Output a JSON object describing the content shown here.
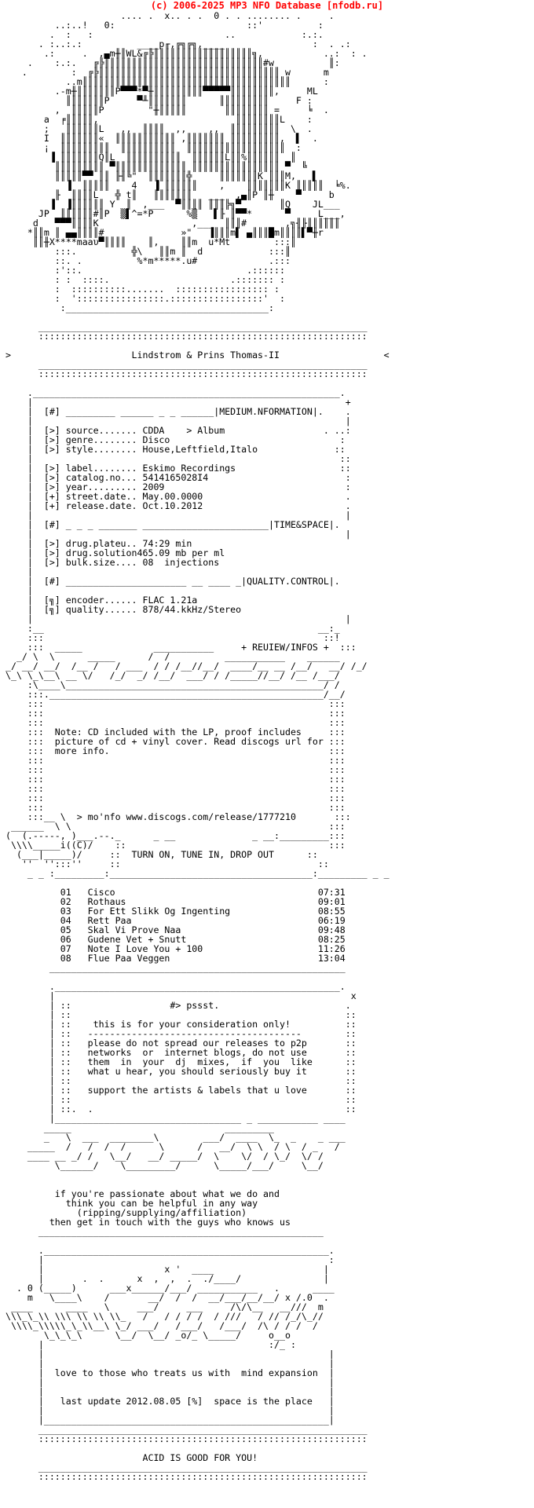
{
  "header": {
    "text": "(c) 2006-2025 MP3 NFO Database [nfodb.ru]",
    "color": "#ff0000"
  },
  "nfo_lines": [
    "                      .... .  x.. . .  0 . . ........ .     .",
    "          ..:..!   0:                        ::'          :",
    "         .  :   :                        ..            :.:.",
    "       . :..:.:          ____p╓,╔╗╔╗,____                :  . .:",
    "        .:     .  ,▄m╫║WL&╔╠║║║║║║║║║║║║║║║║║║╗,           ..:  : .",
    "     .    :.:.   ╔╠║║║║║║║║║║║║║║║║║║║║║║║║║║║║║#w          ║:",
    "    .        :  ╔╠║║║║║║║║║║║║║║║║║║║║║║║║║║║║║║║║║ w      m",
    "            ..m║║║║║║║║║║║║║║║║║║║║║║║║║║║║║║║║║║║║║║      :",
    "          .-m╫║║║║║║║P▀▀▀*▀╫║║║║║║║║║▀▀▀▀▀║║║║║║║║,     ML",
    "            ║║║║║║║P     ▀╨║║║║║║║      ║║║║║║║║║     F :",
    "          ,  ║║║║║P        \"╫║║║║║       ║║║║║║║║ =     ╘  .",
    "        a  ╒║║║║║,                         ║║║║║║║║L    :",
    "        ;   ║║║║║║L   ,,  ║║║║  ,,    ,,  ║║║║║║║║║  \\  .",
    "        I  ║║║║║║║«  ║║║║║║║║║║║ ,║║║║║║║ ║║║║║║║║║,  ▌  .",
    "        ¡  ║║║║║║║║║  ║║║║║║║║║║  ║║║║║║║║║║║║║║║║║║  :",
    "         ▐ ║║║║║║║Q║L  ║║║║║║║║║║  ║║║║║║L║║%║║║║║║  ║",
    "          ║║║║║║║║║ ▀║║║║║║║║║║║║║ ║║║║║║║║║║║║║║║║ ▀  ╚",
    "          ║║║║║▀▀ ║║ ╟╢╚\"  ║║║║║║║╬     ║║║║║║║K ║║║M,   ▌",
    "            ▐  ║║║║║    4   ▐ ║║║║║║    ,    ║║║║║║║K ║║║║║  ╘%.",
    "          ╟  ║║║║L   ╬ t║   ║║║║║║║   ___  ,▄║P ║╫    ▀     b",
    "         ▐  ▐║║║║║║ Y  ║  ,___  ▀║║║║ ║║║╠╗▀       ║Q    JL___",
    "       JP  ║║║║║║#║P  ▒▌^=*P      %▒   ▌╟ ║▀▀*      ▀     L___,",
    "      d   ▀▀▀║║║║K                 ,___  ║║║#       ,╗╢╟║║║║║║",
    "     *║║m ║ ▄▄║║║║#              »\"   ▐║║║m▌ ▄║║║█m║║║║▌▀╫r",
    "      ║║╫X****maaυ▀║║║║    ║,    ║║m  u*Mt        :::║",
    "          :::.          ╬\\   ║║m ║  d            :::║",
    "          ::. .          %*m*****.u#             .:::",
    "          :'::.                              .::::::",
    "          : :  ::::.                      .::::::: :",
    "          :  ::::::::::.......  ::::::::::::::::: :",
    "          :  '::::::::::::::::.:::::::::::::::::'  :",
    "           :_____________________________________:",
    "",
    "       ____________________________________________________________",
    "       ::::::::::::::::::::::::::::::::::::::::::::::::::::::::::::",
    "",
    " >                      Lindstrom & Prins Thomas-II                   <",
    "       ____________________________________________________________",
    "       ::::::::::::::::::::::::::::::::::::::::::::::::::::::::::::",
    "",
    "     .________________________________________________________.",
    "     |                                                         +",
    "     |  [#] _________ ______ _ _ ______|MEDIUM.NFORMATION|.    .",
    "     |                                                         |",
    "     |  [>] source....... CDDA    > Album                  . ..:",
    "     |  [>] genre........ Disco                               :",
    "     |  [>] style........ House,Leftfield,Italo              ::",
    "     |                                                        ::",
    "     |  [>] label........ Eskimo Recordings                   ::",
    "     |  [>] catalog.no... 5414165028I4                         :",
    "     |  [>] year......... 2009                                 :",
    "     |  [+] street.date.. May.00.0000                          .",
    "     |  [+] release.date. Oct.10.2012                          .",
    "     |                                                         |",
    "     |  [#] _ _ _ _______ _______________________|TIME&SPACE|.",
    "     |                                                         |",
    "     |  [>] drug.plateu.. 74:29 min",
    "     |  [>] drug.solution465.09 mb per ml",
    "     |  [>] bulk.size.... 08  injections",
    "     |",
    "     |  [#] ______________________ __ ____ _|QUALITY.CONTROL|.",
    "     |",
    "     |  [╗] encoder...... FLAC 1.21a",
    "     |  [╗] quality...... 878/44.kkHz/Stereo",
    "     |                                                         |",
    "     :__                                                  __:_",
    "     :::                                                   ::!",
    "     :::  _____             ___________     + REUIEW/INFOS +  :::",
    "   _/ \\  \\      _____      /  /          ___________    ______",
    " _/ __/ __/  /__ /   / ___  / / /__//__/  ____/__ __ /__/   __/ /_/",
    " \\_\\ \\_\\__\\ __ \\/   /_/  _/ /__/  ___/ / /_____//__/ /__ /___/",
    "     :\\____\\_______________________________________________/ /",
    "     :::.__________________________________________________/__/",
    "     :::                                                    :::",
    "     :::                                                    :::",
    "     :::                                                    :::",
    "     :::  Note: CD included with the LP, proof includes     :::",
    "     :::  picture of cd + vinyl cover. Read discogs url for :::",
    "     :::  more info.                                        :::",
    "     :::                                                    :::",
    "     :::                                                    :::",
    "     :::                                                    :::",
    "     :::                                                    :::",
    "     :::                                                    :::",
    "     :::                                                    :::",
    "     :::__ \\  > mo'nfo www.discogs.com/release/1777210       :::",
    "  ______  \\ \\                                               :::",
    " (  (.-----, )___.--._      _ __              _ __:_________:::",
    "  \\\\\\\\_____i((C)/    ::                                     :::",
    "   (___|_____)/     ::  TURN ON, TUNE IN, DROP OUT      ::",
    "    ''  '':::''     ::                                    ::",
    "     _ _ :_________:_____________________________________:_________ _ _",
    "",
    "           01   Cisco                                     07:31",
    "           02   Rothaus                                   09:01",
    "           03   For Ett Slikk Og Ingenting                08:55",
    "           04   Rett Paa                                  06:19",
    "           05   Skal Vi Prove Naa                         09:48",
    "           06   Gudene Vet + Snutt                        08:25",
    "           07   Note I Love You + 100                     11:26",
    "           08   Flue Paa Veggen                           13:04",
    "         ______________________________________________________",
    "",
    "         .____________________________________________________.",
    "         |                                                      x",
    "         | ::                  #> pssst.                       .",
    "         | ::                                                  ::",
    "         | ::    this is for your consideration only!          ::",
    "         | ::   ---------------------------------------        ::",
    "         | ::   please do not spread our releases to p2p       ::",
    "         | ::   networks  or  internet blogs, do not use       ::",
    "         | ::   them  in  your  dj  mixes,  if  you  like      ::",
    "         | ::   what u hear, you should seriously buy it       ::",
    "         | ::                                                  ::",
    "         | ::   support the artists & labels that u love       ::",
    "         | ::                                                  ::",
    "         | ::.  .                                              ::",
    "         |__________________________________ _ ___________ ____",
    "        _____                            _________",
    "        _   \\  ___  ________\\        ___/  ____  \\_  _    _ ___",
    "     _____  /   /  /  /      \\      /   __/  \\ \\  / \\  / _   /",
    "     ____ __ _/ /   \\__/   __/ _____/  \\    \\/  / \\_/  \\/ /",
    "          \\______/    \\_________/      \\_____/___/     \\__/",
    "",
    "",
    "          if you're passionate about what we do and",
    "            think you can be helpful in any way",
    "              (ripping/supplying/affiliation)",
    "         then get in touch with the guys who knows us",
    "       ____________________________________________________",
    "",
    "       .____________________________________________________.",
    "       |                                                    :",
    "       |                      x '  ____                    |",
    "       |       .  .      x  ,  ,  .  ./____/               |",
    "   . 0 (_____)      ___x______/___/ ___________   .      ____",
    "     m   \\____\\    /       __/  /  /  __/___/__/__/ x /.0  .",
    "  ____      ____   \\     ___/     ___     /\\/\\__   __///  m",
    " \\\\\\_\\_\\\\ \\\\\\ \\\\ \\\\ \\\\_   /   / / / /  / ///   / // /_/\\_//",
    "  \\\\\\\\_\\\\\\\\\\_\\_\\\\__\\ \\_/ ___/   /___/   /___/  /\\ / / /  /",
    "        \\_\\_\\_\\      \\__/  \\__/ _o/_ \\_____/     o__o",
    "       |                                         :/_ :",
    "       |                                                    |",
    "       |                                                    |",
    "       |  love to those who treats us with  mind expansion  |",
    "       |                                                    |",
    "       |                                                    |",
    "       |   last update 2012.08.05 [%]  space is the place   |",
    "       |                                                    |",
    "       |____________________________________________________|",
    "       ____________________________________________________________",
    "       ::::::::::::::::::::::::::::::::::::::::::::::::::::::::::::",
    "",
    "                          ACID IS GOOD FOR YOU!",
    "       ____________________________________________________________",
    "       ::::::::::::::::::::::::::::::::::::::::::::::::::::::::::::"
  ]
}
